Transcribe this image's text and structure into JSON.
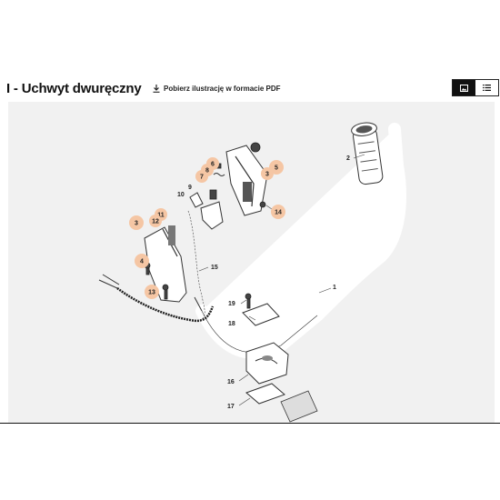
{
  "header": {
    "title": "I - Uchwyt dwuręczny",
    "download_label": "Pobierz ilustrację w formacie PDF"
  },
  "view_toggle": {
    "image_view_icon": "image-icon",
    "list_view_icon": "list-icon",
    "active": "image"
  },
  "diagram": {
    "part_numbers_highlighted": [
      "3",
      "3",
      "4",
      "5",
      "6",
      "7",
      "8",
      "11",
      "12",
      "13",
      "14"
    ],
    "labels": {
      "p1": "1",
      "p2": "2",
      "p3a": "3",
      "p3b": "3",
      "p4": "4",
      "p5": "5",
      "p6": "6",
      "p7": "7",
      "p8": "8",
      "p9": "9",
      "p10": "10",
      "p11": "11",
      "p12": "12",
      "p13": "13",
      "p14": "14",
      "p15": "15",
      "p16": "16",
      "p17": "17",
      "p18": "18",
      "p19": "19"
    },
    "callout_color": "#f5c6a4"
  }
}
